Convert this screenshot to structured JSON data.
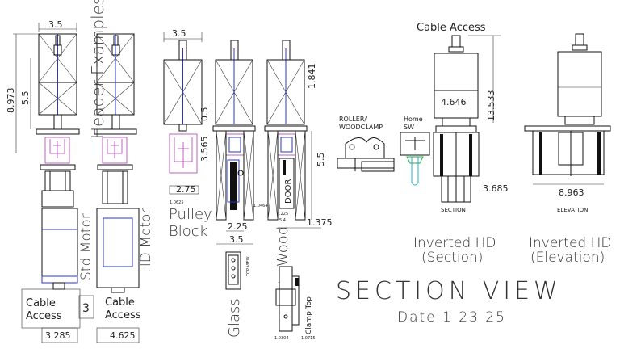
{
  "header_label": "Header Examples",
  "dims": {
    "d_3_5_left": "3.5",
    "d_8_973": "8.973",
    "d_5_5_left": "5.5",
    "d_3_5_mid": "3.5",
    "d_0_5": "0.5",
    "d_3_565": "3.565",
    "d_2_75": "2.75",
    "d_1_0625": "1.0625",
    "d_1_0464": "1.0464",
    "d_2_25": "2.25",
    "d_3_5_bottom": "3.5",
    "d_1_841": "1.841",
    "d_5_5_right": "5.5",
    "d_1_375": "1.375",
    "d_225": ".225",
    "d_54": "5.4",
    "d_4_646": "4.646",
    "d_13_533": "13.533",
    "d_3_685": "3.685",
    "d_8_963": "8.963",
    "d_3_285": "3.285",
    "d_4_625": "4.625",
    "d_1_0304": "1.0304",
    "d_1_0715": "1.0715"
  },
  "labels": {
    "std_motor": "Std Motor",
    "hd_motor": "HD Motor",
    "cable_access_1": "Cable Access",
    "cable_access_2": "Cable Access",
    "cable_access_top": "Cable Access",
    "box_3": "3",
    "pulley_block": "Pulley Block",
    "door": "DOOR",
    "wood": "Wood",
    "glass": "Glass",
    "top_view": "TOP VIEW",
    "clamp_top": "Clamp Top",
    "roller_woodclamp": "ROLLER/ WOODCLAMP",
    "home_sw": "Home SW",
    "section": "SECTION",
    "elevation": "ELEVATION",
    "inverted_hd_section": "Inverted HD (Section)",
    "inverted_hd_elevation": "Inverted HD (Elevation)",
    "title": "SECTION VIEW",
    "date": "Date 1 23 25"
  }
}
